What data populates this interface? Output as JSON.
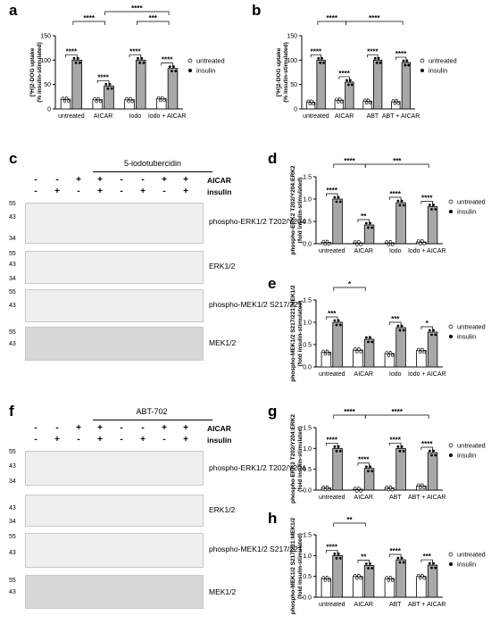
{
  "panels": {
    "a": {
      "label": "a",
      "ylabel_line1": "[³H]2-DOG uptake",
      "ylabel_line2": "(% insulin-stimulated)",
      "yticks": [
        "0",
        "50",
        "100",
        "150"
      ],
      "ymax": 150,
      "groups": [
        "untreated",
        "AICAR",
        "Iodo",
        "Iodo + AICAR"
      ],
      "untreated_values": [
        20,
        19,
        19,
        21
      ],
      "insulin_values": [
        100,
        47,
        100,
        83
      ],
      "pair_sig": [
        "****",
        "****",
        "****",
        "****"
      ],
      "brackets": [
        {
          "from": 0,
          "to": 1,
          "level": 1,
          "label": "****"
        },
        {
          "from": 1,
          "to": 3,
          "level": 2,
          "label": "****"
        },
        {
          "from": 2,
          "to": 3,
          "level": 1,
          "label": "***"
        }
      ],
      "legend": [
        "untreated",
        "insulin"
      ]
    },
    "b": {
      "label": "b",
      "ylabel_line1": "[³H]2-DOG uptake",
      "ylabel_line2": "(% insulin-stimulated)",
      "yticks": [
        "0",
        "50",
        "100",
        "150"
      ],
      "ymax": 150,
      "groups": [
        "untreated",
        "AICAR",
        "ABT",
        "ABT + AICAR"
      ],
      "untreated_values": [
        14,
        18,
        16,
        15
      ],
      "insulin_values": [
        100,
        55,
        100,
        95
      ],
      "pair_sig": [
        "****",
        "****",
        "****",
        "****"
      ],
      "brackets": [
        {
          "from": 0,
          "to": 1,
          "level": 1,
          "label": "****"
        },
        {
          "from": 1,
          "to": 3,
          "level": 1,
          "label": "****"
        }
      ],
      "legend": [
        "untreated",
        "insulin"
      ]
    },
    "d": {
      "label": "d",
      "ylabel_line1": "phospho-ERK2 T202/Y204:ERK2",
      "ylabel_line2": "(fold insulin-stimulated)",
      "yticks": [
        "0.0",
        "0.5",
        "1.0",
        "1.5"
      ],
      "ymax": 1.5,
      "groups": [
        "untreated",
        "AICAR",
        "Iodo",
        "Iodo + AICAR"
      ],
      "untreated_values": [
        0.03,
        0.02,
        0.02,
        0.04
      ],
      "insulin_values": [
        1.0,
        0.42,
        0.92,
        0.83
      ],
      "pair_sig": [
        "****",
        "**",
        "****",
        "****"
      ],
      "brackets": [
        {
          "from": 0,
          "to": 1,
          "level": 1,
          "label": "****"
        },
        {
          "from": 1,
          "to": 3,
          "level": 1,
          "label": "***"
        }
      ],
      "legend": [
        "untreated",
        "insulin"
      ]
    },
    "e": {
      "label": "e",
      "ylabel_line1": "phospho-MEK1/2 S217/221:MEK1/2",
      "ylabel_line2": "(fold insulin-stimulated)",
      "yticks": [
        "0.0",
        "0.5",
        "1.0",
        "1.5"
      ],
      "ymax": 1.5,
      "groups": [
        "untreated",
        "AICAR",
        "Iodo",
        "Iodo + AICAR"
      ],
      "untreated_values": [
        0.33,
        0.38,
        0.3,
        0.37
      ],
      "insulin_values": [
        1.0,
        0.62,
        0.88,
        0.78
      ],
      "pair_sig": [
        "***",
        "",
        "***",
        "*"
      ],
      "brackets": [
        {
          "from": 0,
          "to": 1,
          "level": 1,
          "label": "*"
        }
      ],
      "legend": [
        "untreated",
        "insulin"
      ]
    },
    "g": {
      "label": "g",
      "ylabel_line1": "phospho-ERK2 T202/Y204:ERK2",
      "ylabel_line2": "(fold insulin-stimulated)",
      "yticks": [
        "0.0",
        "0.5",
        "1.0",
        "1.5"
      ],
      "ymax": 1.5,
      "groups": [
        "untreated",
        "AICAR",
        "ABT",
        "ABT + AICAR"
      ],
      "untreated_values": [
        0.05,
        0.02,
        0.05,
        0.1
      ],
      "insulin_values": [
        1.0,
        0.52,
        1.0,
        0.9
      ],
      "pair_sig": [
        "****",
        "****",
        "****",
        "****"
      ],
      "brackets": [
        {
          "from": 0,
          "to": 1,
          "level": 1,
          "label": "****"
        },
        {
          "from": 1,
          "to": 3,
          "level": 1,
          "label": "****"
        }
      ],
      "legend": [
        "untreated",
        "insulin"
      ]
    },
    "h": {
      "label": "h",
      "ylabel_line1": "phospho-MEK1/2 S217/221:MEK1/2",
      "ylabel_line2": "(fold insulin-stimulated)",
      "yticks": [
        "0.0",
        "0.5",
        "1.0",
        "1.5"
      ],
      "ymax": 1.5,
      "groups": [
        "untreated",
        "AICAR",
        "ABT",
        "ABT + AICAR"
      ],
      "untreated_values": [
        0.45,
        0.5,
        0.45,
        0.5
      ],
      "insulin_values": [
        1.0,
        0.76,
        0.9,
        0.77
      ],
      "pair_sig": [
        "****",
        "**",
        "****",
        "***"
      ],
      "brackets": [
        {
          "from": 0,
          "to": 1,
          "level": 1,
          "label": "**"
        }
      ],
      "legend": [
        "untreated",
        "insulin"
      ]
    }
  },
  "blot_c": {
    "label": "c",
    "header": "5-iodotubercidin",
    "row1_label": "AICAR",
    "row2_label": "insulin",
    "row1_signs": [
      "-",
      "-",
      "+",
      "+",
      "-",
      "-",
      "+",
      "+"
    ],
    "row2_signs": [
      "-",
      "+",
      "-",
      "+",
      "-",
      "+",
      "-",
      "+"
    ],
    "blots": [
      {
        "label": "phospho-ERK1/2 T202/Y204",
        "markers": [
          "55",
          "43",
          "34"
        ]
      },
      {
        "label": "ERK1/2",
        "markers": [
          "55",
          "43",
          "34"
        ]
      },
      {
        "label": "phospho-MEK1/2 S217/221",
        "markers": [
          "55",
          "43"
        ]
      },
      {
        "label": "MEK1/2",
        "markers": [
          "55",
          "43"
        ]
      }
    ]
  },
  "blot_f": {
    "label": "f",
    "header": "ABT-702",
    "row1_label": "AICAR",
    "row2_label": "insulin",
    "row1_signs": [
      "-",
      "-",
      "+",
      "+",
      "-",
      "-",
      "+",
      "+"
    ],
    "row2_signs": [
      "-",
      "+",
      "-",
      "+",
      "-",
      "+",
      "-",
      "+"
    ],
    "blots": [
      {
        "label": "phospho-ERK1/2 T202/Y204",
        "markers": [
          "55",
          "43",
          "34"
        ]
      },
      {
        "label": "ERK1/2",
        "markers": [
          "43",
          "34"
        ]
      },
      {
        "label": "phospho-MEK1/2 S217/221",
        "markers": [
          "55",
          "43"
        ]
      },
      {
        "label": "MEK1/2",
        "markers": [
          "55",
          "43"
        ]
      }
    ]
  }
}
